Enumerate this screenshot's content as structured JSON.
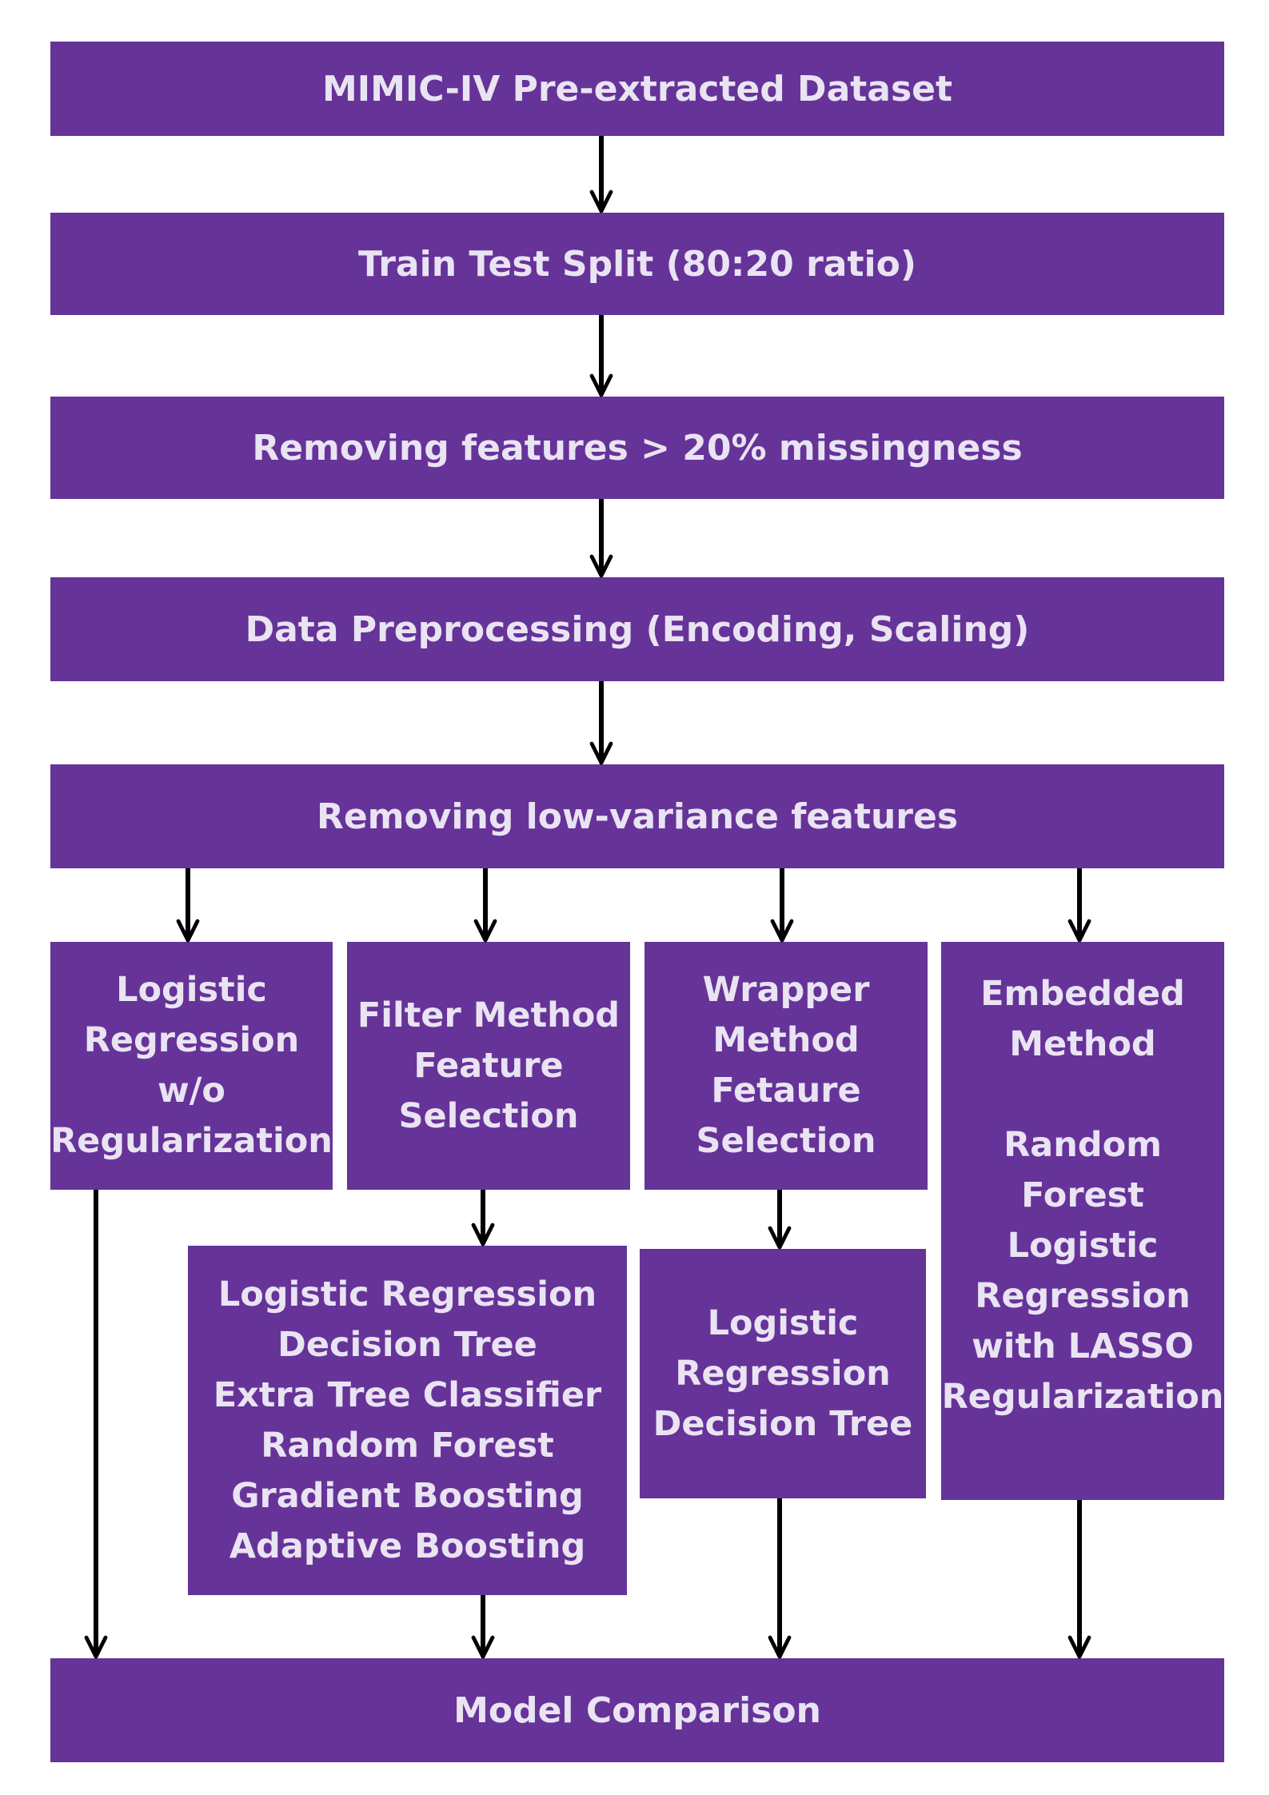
{
  "steps": {
    "dataset": "MIMIC-IV Pre-extracted Dataset",
    "split": "Train Test Split (80:20 ratio)",
    "missingness": "Removing features > 20% missingness",
    "preprocessing": "Data Preprocessing (Encoding, Scaling)",
    "low_variance": "Removing low-variance features",
    "comparison": "Model Comparison"
  },
  "branches": {
    "baseline": "Logistic\nRegression\nw/o\nRegularization",
    "filter": "Filter Method\nFeature\nSelection",
    "wrapper": "Wrapper\nMethod\nFetaure\nSelection",
    "embedded": "Embedded\nMethod\n\nRandom\nForest\nLogistic\nRegression\nwith LASSO\nRegularization"
  },
  "models": {
    "filter": "Logistic Regression\nDecision Tree\nExtra Tree Classifier\nRandom Forest\nGradient Boosting\nAdaptive Boosting",
    "wrapper": "Logistic\nRegression\nDecision Tree"
  },
  "colors": {
    "box_fill": "#663399",
    "box_text": "#e9e3f2",
    "arrow": "#000000"
  }
}
